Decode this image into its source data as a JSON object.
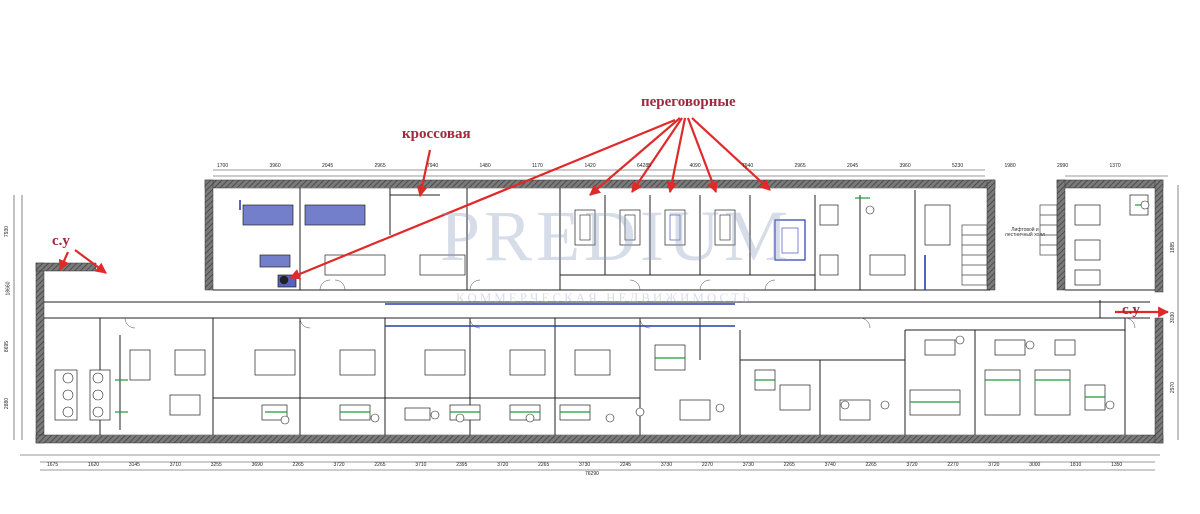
{
  "labels": {
    "krossovaya": "кроссовая",
    "peregovornye": "переговорные",
    "su_left": "с.у",
    "su_right": "с.у",
    "lobby": "Лифтовой и лестничный холл"
  },
  "watermark": {
    "main": "PREDIUM",
    "sub": "КОММЕРЧЕСКАЯ НЕДВИЖИМОСТЬ"
  },
  "colors": {
    "annotation": "#a0283c",
    "arrow": "#e02a2a",
    "wall": "#4a4a4a",
    "furniture_blue": "#2a3bb0",
    "furniture_green": "#1f9a3a",
    "line": "#222222"
  },
  "dimensions": {
    "top": [
      "1700",
      "3960",
      "2045",
      "2965",
      "7940",
      "1480",
      "1170",
      "1420",
      "64285",
      "4090",
      "7940",
      "2965",
      "2045",
      "3960",
      "5230",
      "1980",
      "2990",
      "1370"
    ],
    "bottom": [
      "1675",
      "1620",
      "3145",
      "3710",
      "3255",
      "3690",
      "2265",
      "3720",
      "2265",
      "3710",
      "2395",
      "3720",
      "2265",
      "3730",
      "2245",
      "3730",
      "2270",
      "3730",
      "2265",
      "3740",
      "2265",
      "3720",
      "2270",
      "3720",
      "3000",
      "1810",
      "1350"
    ],
    "bottom_total": "76290",
    "left": [
      "7930",
      "18660",
      "8695",
      "2880"
    ],
    "right": [
      "1885",
      "3030",
      "2970"
    ]
  }
}
